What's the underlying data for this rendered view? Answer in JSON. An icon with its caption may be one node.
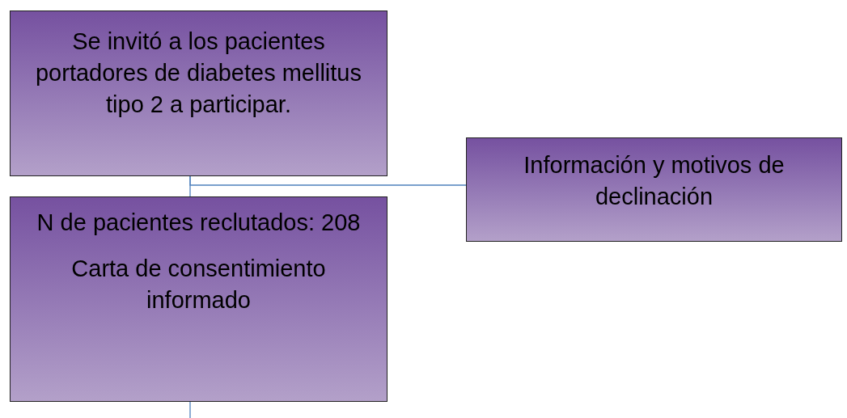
{
  "diagram": {
    "nodes": [
      {
        "text": [
          "Se invitó a los pacientes portadores de diabetes mellitus tipo 2 a participar."
        ]
      },
      {
        "text": [
          "N de pacientes reclutados: 208",
          "Carta de consentimiento informado"
        ]
      },
      {
        "text": [
          "Información y motivos de declinación"
        ]
      }
    ],
    "edges": [
      {
        "from": 0,
        "to": 1,
        "arrow": "none"
      },
      {
        "from": 0,
        "to": 2,
        "arrow": "none"
      },
      {
        "from": 1,
        "to": null,
        "arrow": "none"
      }
    ]
  }
}
